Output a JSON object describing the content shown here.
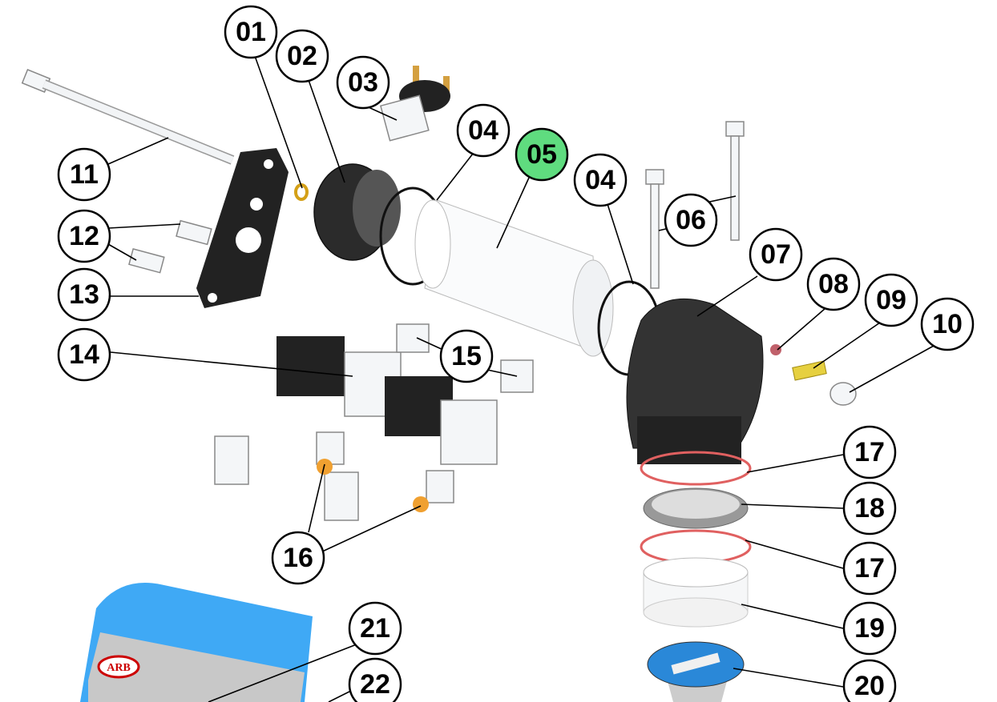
{
  "diagram": {
    "callouts": [
      {
        "id": "c01",
        "text": "01",
        "highlighted": false
      },
      {
        "id": "c02",
        "text": "02",
        "highlighted": false
      },
      {
        "id": "c03",
        "text": "03",
        "highlighted": false
      },
      {
        "id": "c04a",
        "text": "04",
        "highlighted": false
      },
      {
        "id": "c05",
        "text": "05",
        "highlighted": true
      },
      {
        "id": "c04b",
        "text": "04",
        "highlighted": false
      },
      {
        "id": "c06",
        "text": "06",
        "highlighted": false
      },
      {
        "id": "c07",
        "text": "07",
        "highlighted": false
      },
      {
        "id": "c08",
        "text": "08",
        "highlighted": false
      },
      {
        "id": "c09",
        "text": "09",
        "highlighted": false
      },
      {
        "id": "c10",
        "text": "10",
        "highlighted": false
      },
      {
        "id": "c11",
        "text": "11",
        "highlighted": false
      },
      {
        "id": "c12",
        "text": "12",
        "highlighted": false
      },
      {
        "id": "c13",
        "text": "13",
        "highlighted": false
      },
      {
        "id": "c14",
        "text": "14",
        "highlighted": false
      },
      {
        "id": "c15",
        "text": "15",
        "highlighted": false
      },
      {
        "id": "c16",
        "text": "16",
        "highlighted": false
      },
      {
        "id": "c17a",
        "text": "17",
        "highlighted": false
      },
      {
        "id": "c18",
        "text": "18",
        "highlighted": false
      },
      {
        "id": "c17b",
        "text": "17",
        "highlighted": false
      },
      {
        "id": "c19",
        "text": "19",
        "highlighted": false
      },
      {
        "id": "c20",
        "text": "20",
        "highlighted": false
      },
      {
        "id": "c21",
        "text": "21",
        "highlighted": false
      },
      {
        "id": "c22",
        "text": "22",
        "highlighted": false
      }
    ],
    "logo_text": "ARB",
    "highlight_color": "#5fdc7f",
    "cover_color": "#3fa9f5"
  }
}
